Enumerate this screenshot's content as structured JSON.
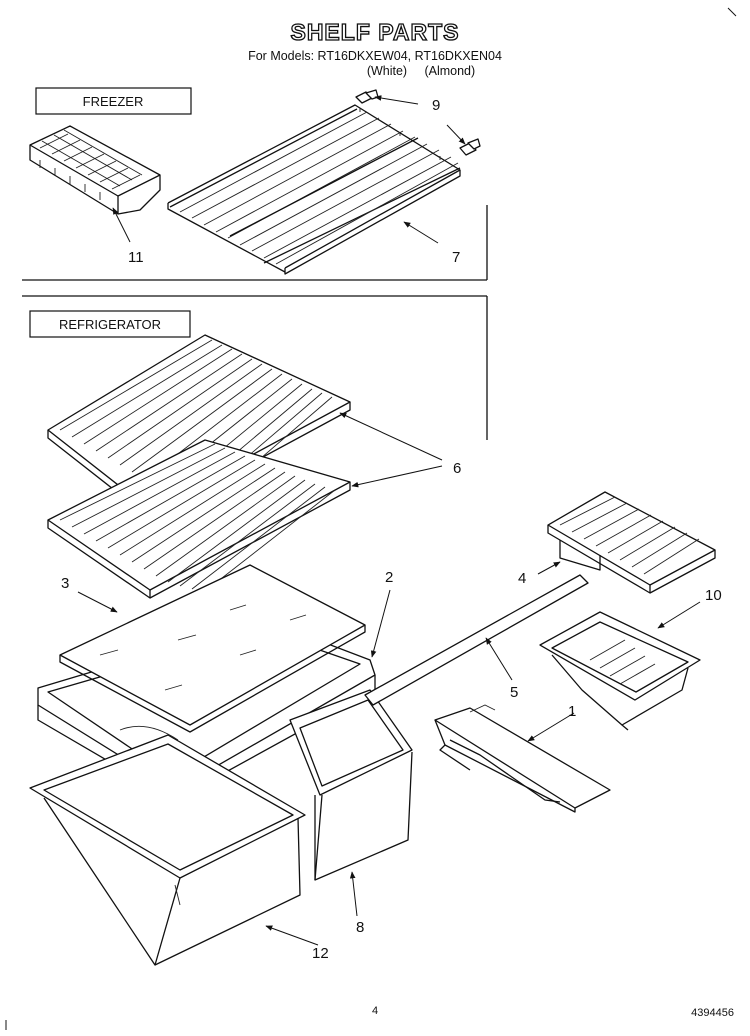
{
  "header": {
    "title": "SHELF PARTS",
    "models_line": "For Models: RT16DKXEW04, RT16DKXEN04",
    "colors_line": "(White)     (Almond)"
  },
  "sections": {
    "freezer": "FREEZER",
    "refrigerator": "REFRIGERATOR"
  },
  "callouts": [
    "9",
    "11",
    "7",
    "6",
    "4",
    "10",
    "3",
    "2",
    "5",
    "1",
    "8",
    "12"
  ],
  "footer": {
    "page_number": "4",
    "doc_number": "4394456"
  }
}
